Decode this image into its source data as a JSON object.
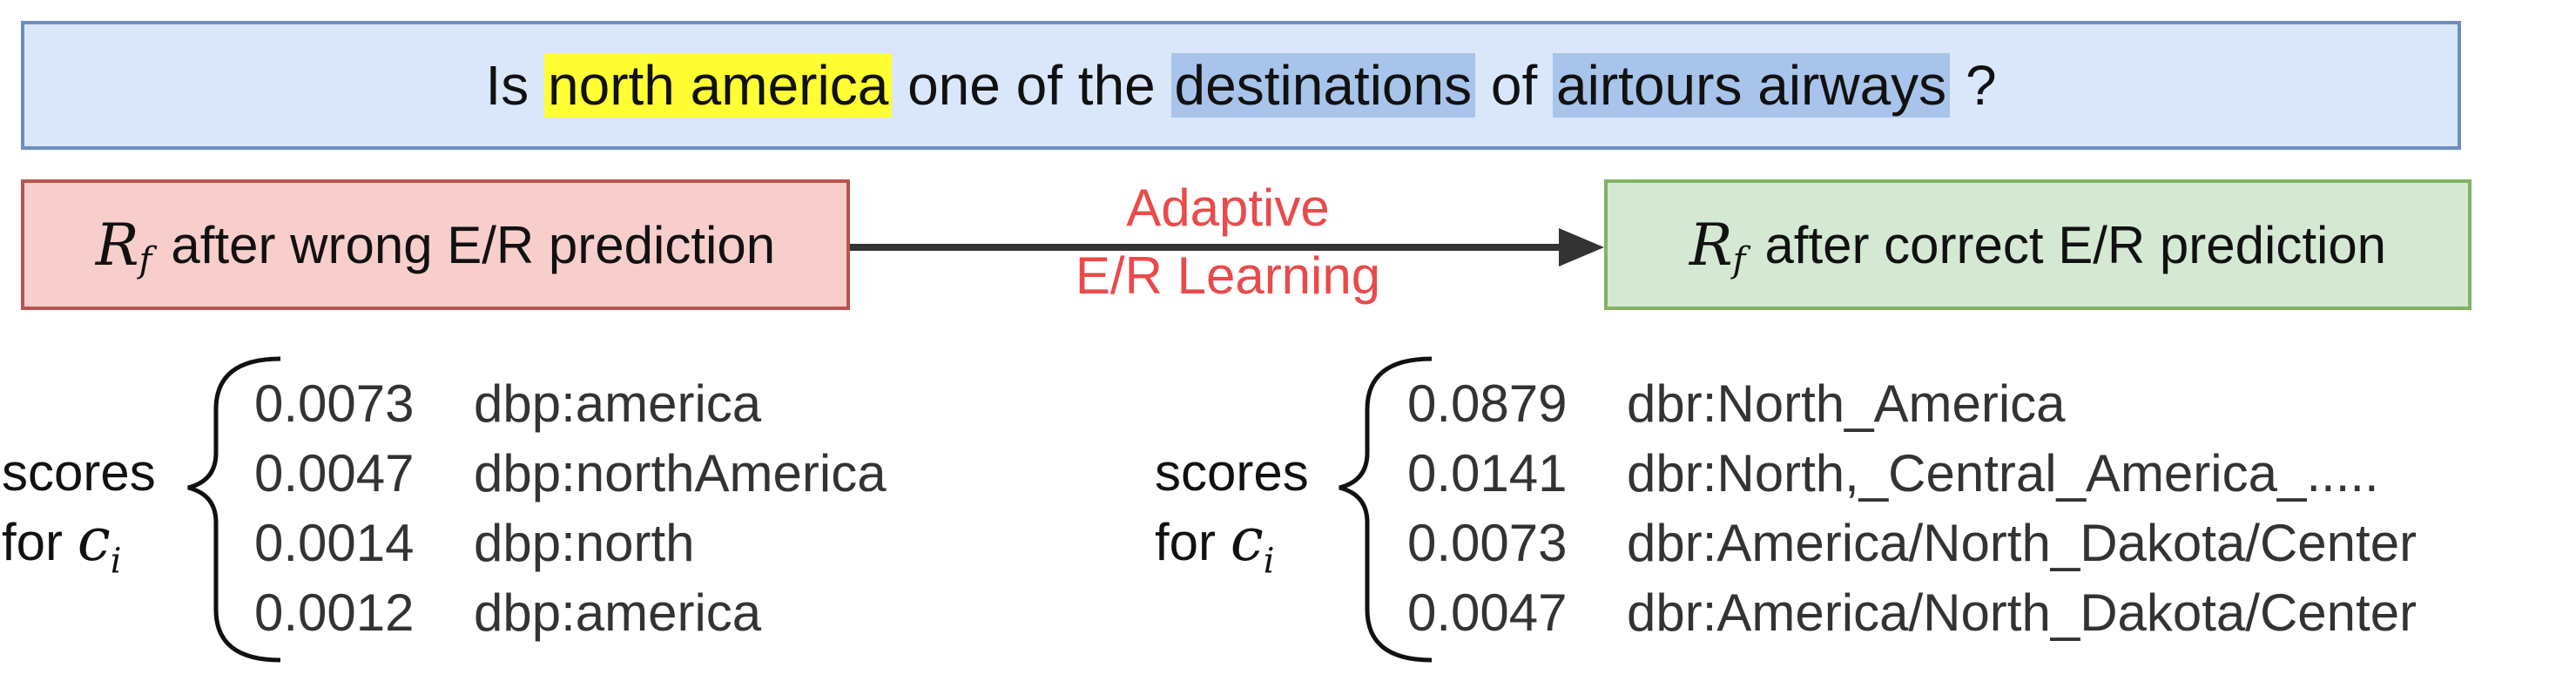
{
  "question": {
    "parts": [
      {
        "text": "Is ",
        "highlight": "none"
      },
      {
        "text": "north america",
        "highlight": "yellow"
      },
      {
        "text": " one of the ",
        "highlight": "none"
      },
      {
        "text": "destinations",
        "highlight": "blue"
      },
      {
        "text": " of ",
        "highlight": "none"
      },
      {
        "text": "airtours airways",
        "highlight": "blue"
      },
      {
        "text": " ?",
        "highlight": "none"
      }
    ]
  },
  "left_box": {
    "symbol": "R",
    "subscript": "f",
    "label": "after wrong E/R prediction"
  },
  "right_box": {
    "symbol": "R",
    "subscript": "f",
    "label": "after correct E/R prediction"
  },
  "arrow_label": {
    "line1": "Adaptive",
    "line2": "E/R Learning"
  },
  "left_scores": {
    "label_line1": "scores",
    "label_line2": "for",
    "var": "c",
    "var_sub": "i",
    "rows": [
      {
        "score": "0.0073",
        "entity": "dbp:america"
      },
      {
        "score": "0.0047",
        "entity": "dbp:northAmerica"
      },
      {
        "score": "0.0014",
        "entity": "dbp:north"
      },
      {
        "score": "0.0012",
        "entity": "dbp:america"
      }
    ]
  },
  "right_scores": {
    "label_line1": "scores",
    "label_line2": "for",
    "var": "c",
    "var_sub": "i",
    "rows": [
      {
        "score": "0.0879",
        "entity": "dbr:North_America"
      },
      {
        "score": "0.0141",
        "entity": "dbr:North,_Central_America_....."
      },
      {
        "score": "0.0073",
        "entity": "dbr:America/North_Dakota/Center"
      },
      {
        "score": "0.0047",
        "entity": "dbr:America/North_Dakota/Center"
      }
    ]
  }
}
